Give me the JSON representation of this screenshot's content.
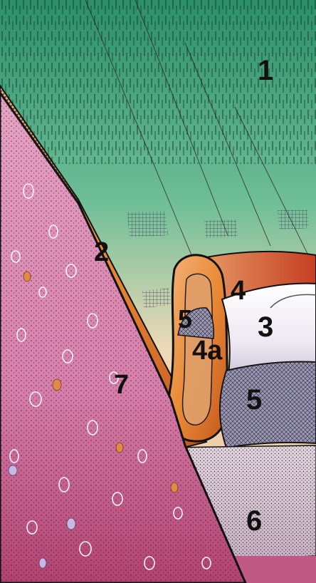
{
  "diagram": {
    "labels": [
      {
        "id": "label-1",
        "text": "1"
      },
      {
        "id": "label-2",
        "text": "2"
      },
      {
        "id": "label-3",
        "text": "3"
      },
      {
        "id": "label-4",
        "text": "4"
      },
      {
        "id": "label-4a",
        "text": "4a"
      },
      {
        "id": "label-5-top",
        "text": "5"
      },
      {
        "id": "label-5-bottom",
        "text": "5"
      },
      {
        "id": "label-6",
        "text": "6"
      },
      {
        "id": "label-7",
        "text": "7"
      }
    ]
  },
  "colors": {
    "grass": "#2f9a73",
    "grass_dark": "#1d5e46",
    "topsoil": "#f0c9a2",
    "orange_layer": "#e7862c",
    "rust": "#c8492a",
    "pipe_white": "#f3f1f6",
    "mesh_gray": "#8a8aa0",
    "gravel": "#d6c4d2",
    "slope_pink": "#d889b4",
    "slope_deep": "#a93a6a",
    "outline": "#111111"
  }
}
